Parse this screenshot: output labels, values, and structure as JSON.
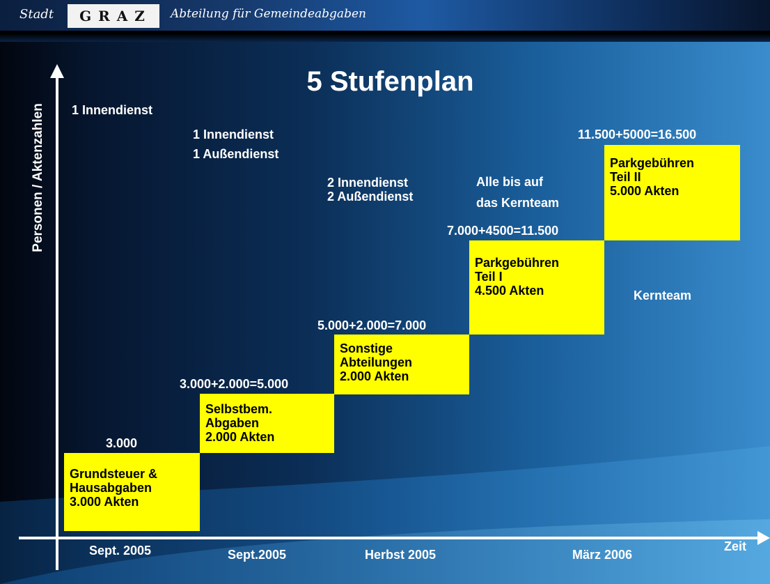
{
  "header": {
    "stadt": "Stadt",
    "graz": "GRAZ",
    "abteilung": "Abteilung für Gemeindeabgaben"
  },
  "title": "5 Stufenplan",
  "axes": {
    "y_label": "Personen / Aktenzahlen",
    "x_label": "Zeit"
  },
  "staffing": {
    "step1": "1 Innendienst",
    "step2_line1": "1 Innendienst",
    "step2_line2": "1 Außendienst",
    "step3_line1": "2 Innendienst",
    "step3_line2": "2 Außendienst",
    "step4_line1": "Alle bis auf",
    "step4_line2": "das Kernteam",
    "step5": "Kernteam"
  },
  "totals": [
    "3.000",
    "3.000+2.000=5.000",
    "5.000+2.000=7.000",
    "7.000+4500=11.500",
    "11.500+5000=16.500"
  ],
  "steps": [
    {
      "lines": [
        "Grundsteuer &",
        "Hausabgaben",
        "3.000 Akten"
      ]
    },
    {
      "lines": [
        "Selbstbem.",
        "Abgaben",
        "2.000 Akten"
      ]
    },
    {
      "lines": [
        "Sonstige",
        "Abteilungen",
        "2.000 Akten"
      ]
    },
    {
      "lines": [
        "Parkgebühren",
        "Teil I",
        "4.500 Akten"
      ]
    },
    {
      "lines": [
        "Parkgebühren",
        "Teil II",
        "5.000 Akten"
      ]
    }
  ],
  "dates": [
    "Sept. 2005",
    "Sept.2005",
    "Herbst 2005",
    "März 2006"
  ],
  "colors": {
    "box": "#ffff00",
    "text": "#ffffff",
    "background_dark": "#02060f",
    "background_light": "#3a8ccc"
  }
}
